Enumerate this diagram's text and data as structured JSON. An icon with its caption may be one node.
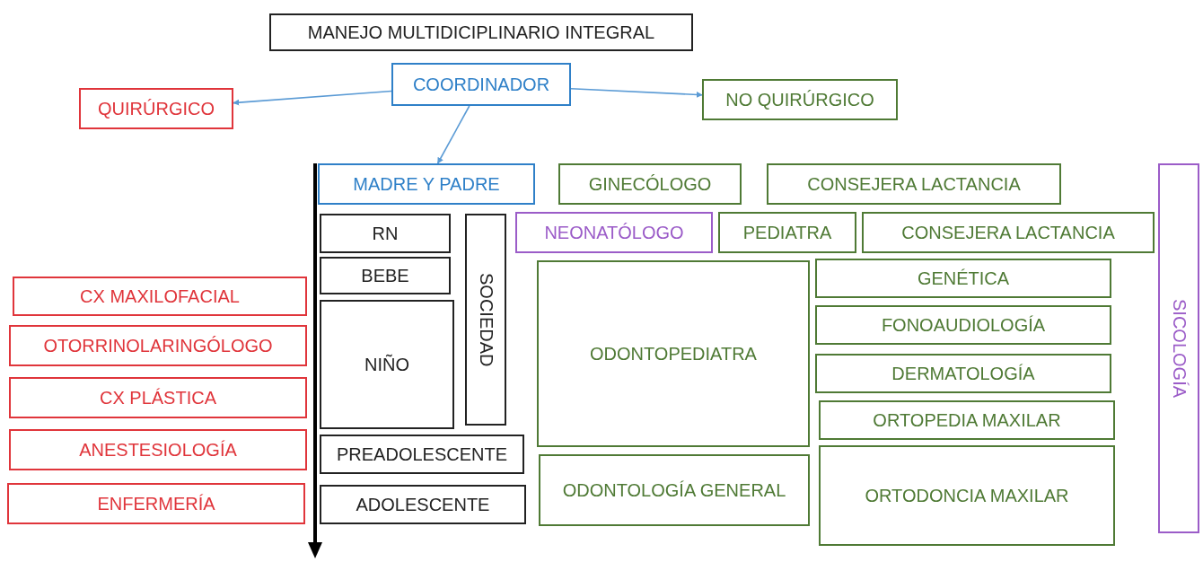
{
  "diagram": {
    "nodes": [
      {
        "text": [
          "MANEJO MULTIDICIPLINARIO INTEGRAL"
        ]
      },
      {
        "text": [
          "COORDINADOR"
        ]
      },
      {
        "text": [
          "QUIRÚRGICO"
        ]
      },
      {
        "text": [
          "NO QUIRÚRGICO"
        ]
      },
      {
        "text": [
          "MADRE Y PADRE"
        ]
      },
      {
        "text": [
          "GINECÓLOGO"
        ]
      },
      {
        "text": [
          "CONSEJERA LACTANCIA"
        ]
      },
      {
        "text": [
          "SICOLOGÍA"
        ]
      },
      {
        "text": [
          "RN"
        ]
      },
      {
        "text": [
          "SOCIEDAD"
        ]
      },
      {
        "text": [
          "NEONATÓLOGO"
        ]
      },
      {
        "text": [
          "PEDIATRA"
        ]
      },
      {
        "text": [
          "CONSEJERA LACTANCIA"
        ]
      },
      {
        "text": [
          "BEBE"
        ]
      },
      {
        "text": [
          "GENÉTICA"
        ]
      },
      {
        "text": [
          "CX MAXILOFACIAL"
        ]
      },
      {
        "text": [
          "ODONTOPEDIATRA"
        ]
      },
      {
        "text": [
          "FONOAUDIOLOGÍA"
        ]
      },
      {
        "text": [
          "OTORRINOLARINGÓLOGO"
        ]
      },
      {
        "text": [
          "NIÑO"
        ]
      },
      {
        "text": [
          "DERMATOLOGÍA"
        ]
      },
      {
        "text": [
          "CX PLÁSTICA"
        ]
      },
      {
        "text": [
          "ORTOPEDIA MAXILAR"
        ]
      },
      {
        "text": [
          "ANESTESIOLOGÍA"
        ]
      },
      {
        "text": [
          "PREADOLESCENTE"
        ]
      },
      {
        "text": [
          "ODONTOLOGÍA GENERAL"
        ]
      },
      {
        "text": [
          "ORTODONCIA MAXILAR"
        ]
      },
      {
        "text": [
          "ENFERMERÍA"
        ]
      },
      {
        "text": [
          "ADOLESCENTE"
        ]
      }
    ],
    "edges": [
      {
        "from": 1,
        "to": 2,
        "arrow": "to"
      },
      {
        "from": 1,
        "to": 3,
        "arrow": "to"
      },
      {
        "from": 1,
        "to": 4,
        "arrow": "to"
      }
    ]
  }
}
